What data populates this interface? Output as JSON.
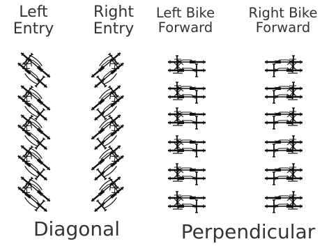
{
  "columns": [
    {
      "line1": "Left",
      "line2": "Entry",
      "orientation": "diagonal-left",
      "count": 5
    },
    {
      "line1": "Right",
      "line2": "Entry",
      "orientation": "diagonal-right",
      "count": 5
    },
    {
      "line1": "Left Bike",
      "line2": "Forward",
      "orientation": "horizontal-left",
      "count": 6
    },
    {
      "line1": "Right Bike",
      "line2": "Forward",
      "orientation": "horizontal-right",
      "count": 6
    }
  ],
  "groups": {
    "diagonal": "Diagonal",
    "perpendicular": "Perpendicular"
  },
  "colors": {
    "stroke": "#111111",
    "text": "#333333",
    "background": "#ffffff"
  }
}
